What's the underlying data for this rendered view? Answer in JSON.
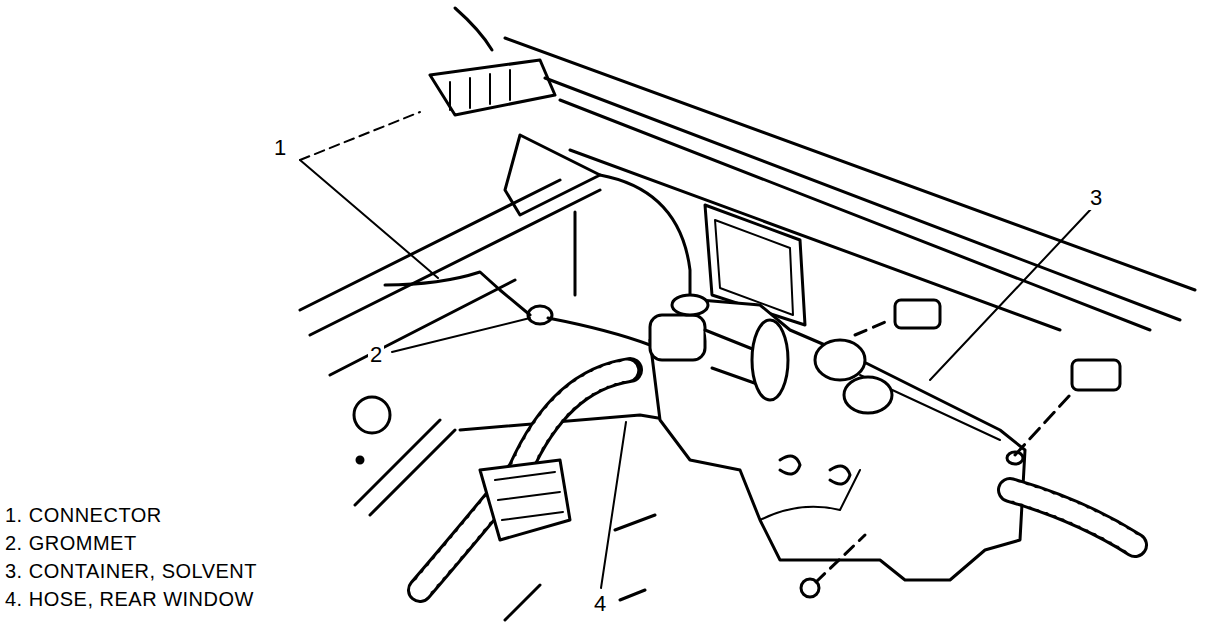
{
  "diagram": {
    "labels": [
      "1",
      "2",
      "3",
      "4",
      "1. CONNECTOR",
      "2. GROMMET",
      "3. CONTAINER, SOLVENT",
      "4. HOSE, REAR WINDOW"
    ]
  }
}
